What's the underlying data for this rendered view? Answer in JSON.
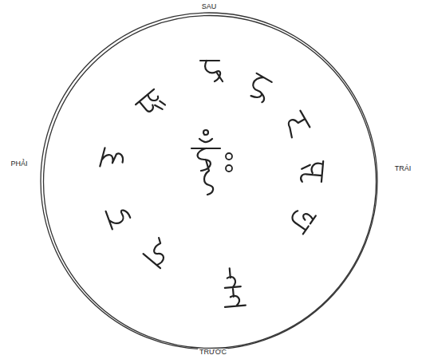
{
  "diagram": {
    "labels": [
      "SAU",
      "PHẢI",
      "TRÁI",
      "TRƯỚC"
    ]
  }
}
